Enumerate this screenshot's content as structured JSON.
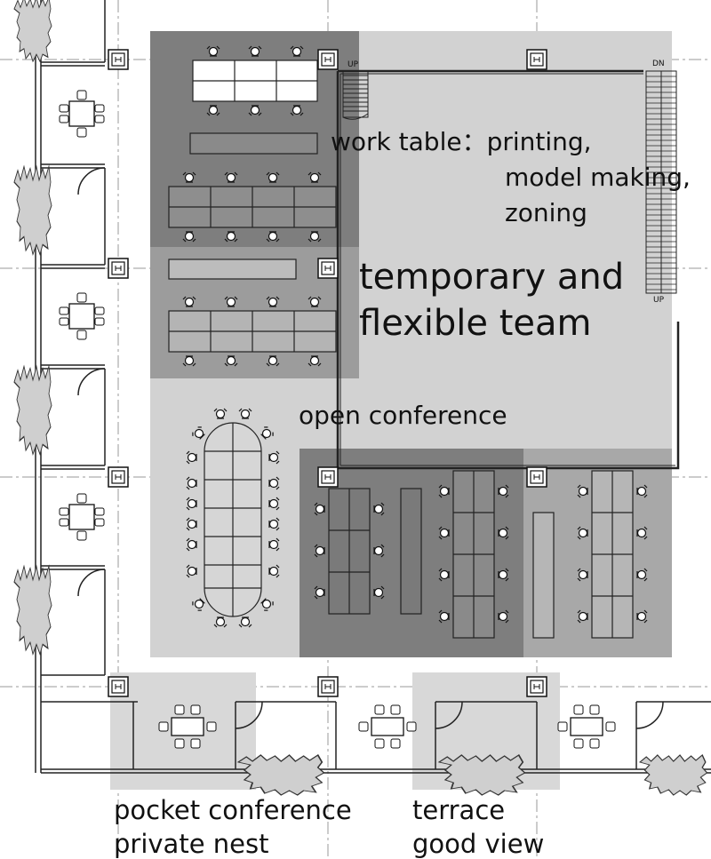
{
  "labels": {
    "work_table_1": "work table：printing,",
    "work_table_2": "model making,",
    "work_table_3": "zoning",
    "temporary_1": "temporary and",
    "temporary_2": "flexible team",
    "open_conference": "open conference",
    "pocket_conference": "pocket conference",
    "private_nest": "private nest",
    "terrace": "terrace",
    "good_view": "good view"
  },
  "stair_marks": {
    "up_left": "UP",
    "dn_right": "DN",
    "up_right": "UP"
  },
  "colors": {
    "zone_light": "#d2d2d2",
    "zone_mid": "#9c9c9c",
    "zone_dark": "#7e7e7e",
    "bottom_zone": "#d8d8d8",
    "line": "#222222",
    "grid": "#9a9a9a"
  }
}
